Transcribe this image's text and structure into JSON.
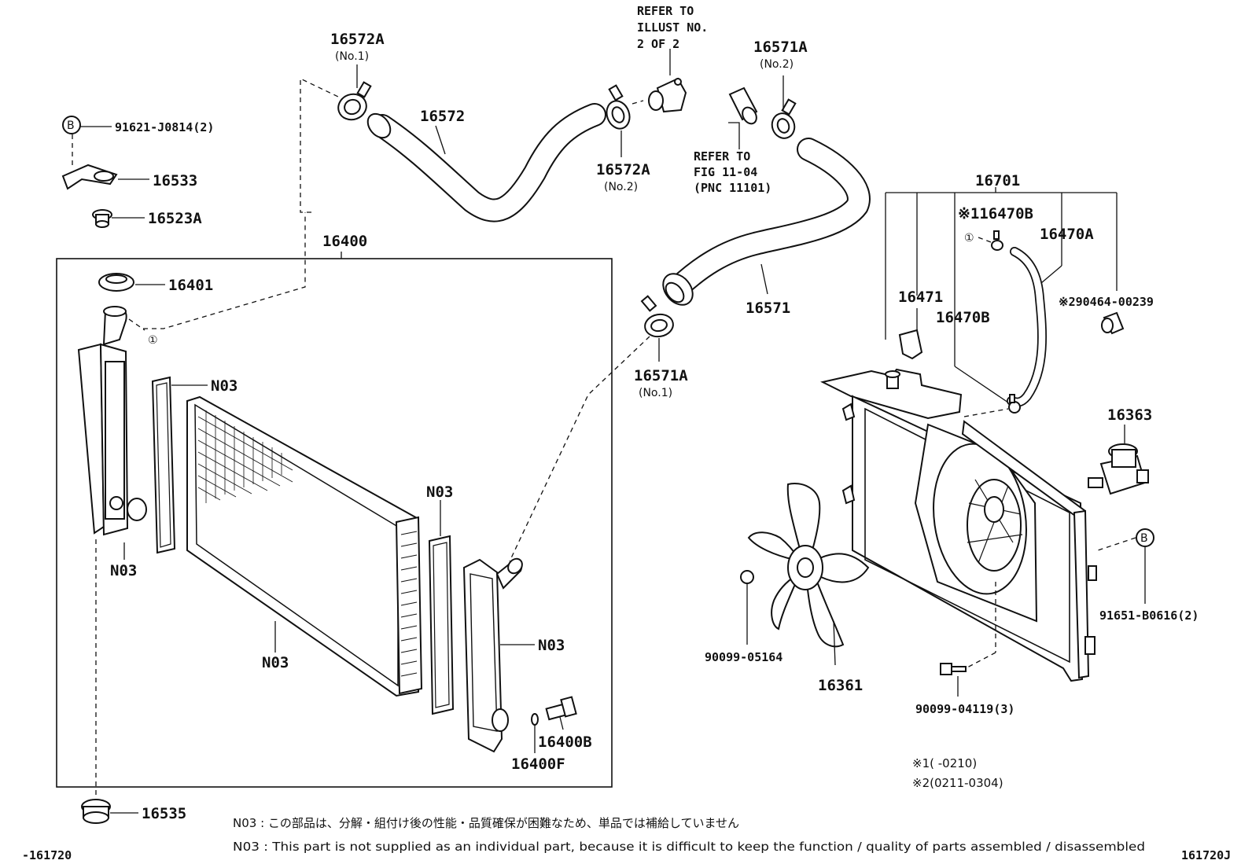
{
  "labels": {
    "p16572A_top": "16572A",
    "p16572A_top_sub": "(No.1)",
    "p16572": "16572",
    "p16572A_mid": "16572A",
    "p16572A_mid_sub": "(No.2)",
    "ref_illust": [
      "REFER TO",
      "ILLUST NO.",
      "2 OF 2"
    ],
    "p16571A_top": "16571A",
    "p16571A_top_sub": "(No.2)",
    "ref_fig": [
      "REFER TO",
      "FIG 11-04",
      "(PNC 11101)"
    ],
    "p16571": "16571",
    "p16571A_low": "16571A",
    "p16571A_low_sub": "(No.1)",
    "b_circle": "B",
    "p91621": "91621-J0814(2)",
    "p16533": "16533",
    "p16523A": "16523A",
    "p16400": "16400",
    "p16401": "16401",
    "circ1": "①",
    "n03": "N03",
    "p16535": "16535",
    "p16400B": "16400B",
    "p16400F": "16400F",
    "p16701": "16701",
    "p16470B_top": "※116470B",
    "p16470A": "16470A",
    "p290464": "※290464-00239",
    "p16471": "16471",
    "p16470B_mid": "16470B",
    "p16363": "16363",
    "p91651": "91651-B0616(2)",
    "p90099_05164": "90099-05164",
    "p16361": "16361",
    "p90099_04119": "90099-04119(3)"
  },
  "legend": {
    "range1": "※1(        -0210)",
    "range2": "※2(0211-0304)"
  },
  "notes": {
    "jp": "N03 : この部品は、分解・組付け後の性能・品質確保が困難なため、単品では補給していません",
    "en": "N03 : This part is not supplied as an individual part, because it is difficult to keep the function / quality of parts assembled / disassembled"
  },
  "footer": {
    "left_code": "-161720",
    "right_code": "161720J"
  }
}
